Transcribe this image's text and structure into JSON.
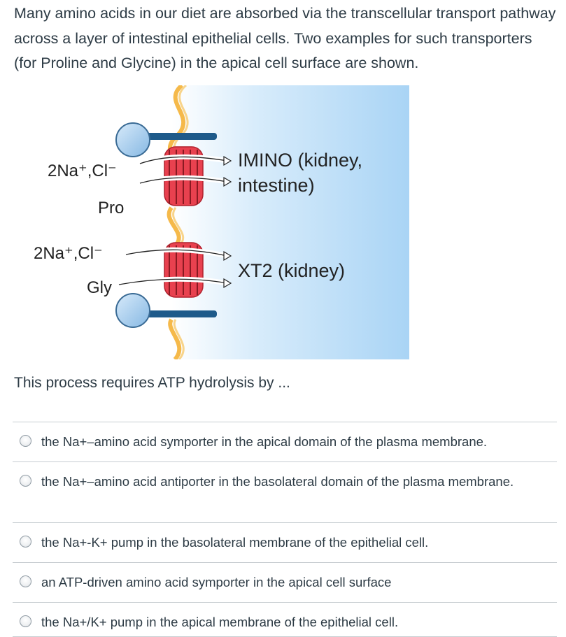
{
  "intro": "Many amino acids in our diet are absorbed via the transcellular transport pathway across a layer of intestinal epithelial cells. Two examples for such transporters (for Proline and Glycine)  in the apical cell surface are shown.",
  "figure": {
    "top_transporter": {
      "ions": "2Na⁺,Cl⁻",
      "substrate": "Pro",
      "name": "IMINO (kidney,",
      "name_line2": "intestine)"
    },
    "bottom_transporter": {
      "ions": "2Na⁺,Cl⁻",
      "substrate": "Gly",
      "name": "XT2 (kidney)"
    },
    "colors": {
      "lumen_light": "#ffffff",
      "lumen_blue": "#a9d4f5",
      "membrane": "#f5b94a",
      "transporter": "#e8414f",
      "ball": "#a6cdee"
    }
  },
  "question": "This process requires ATP hydrolysis by ...",
  "answers": [
    {
      "text": "the Na+–amino acid symporter in the apical domain of the plasma membrane."
    },
    {
      "text": "the Na+–amino acid antiporter in the basolateral domain of the plasma membrane."
    },
    {
      "text": "the Na+-K+ pump in the basolateral membrane of the epithelial cell."
    },
    {
      "text": "an ATP-driven amino acid symporter in the apical cell surface"
    },
    {
      "text": "the Na+/K+ pump in the apical membrane of the epithelial cell."
    }
  ]
}
